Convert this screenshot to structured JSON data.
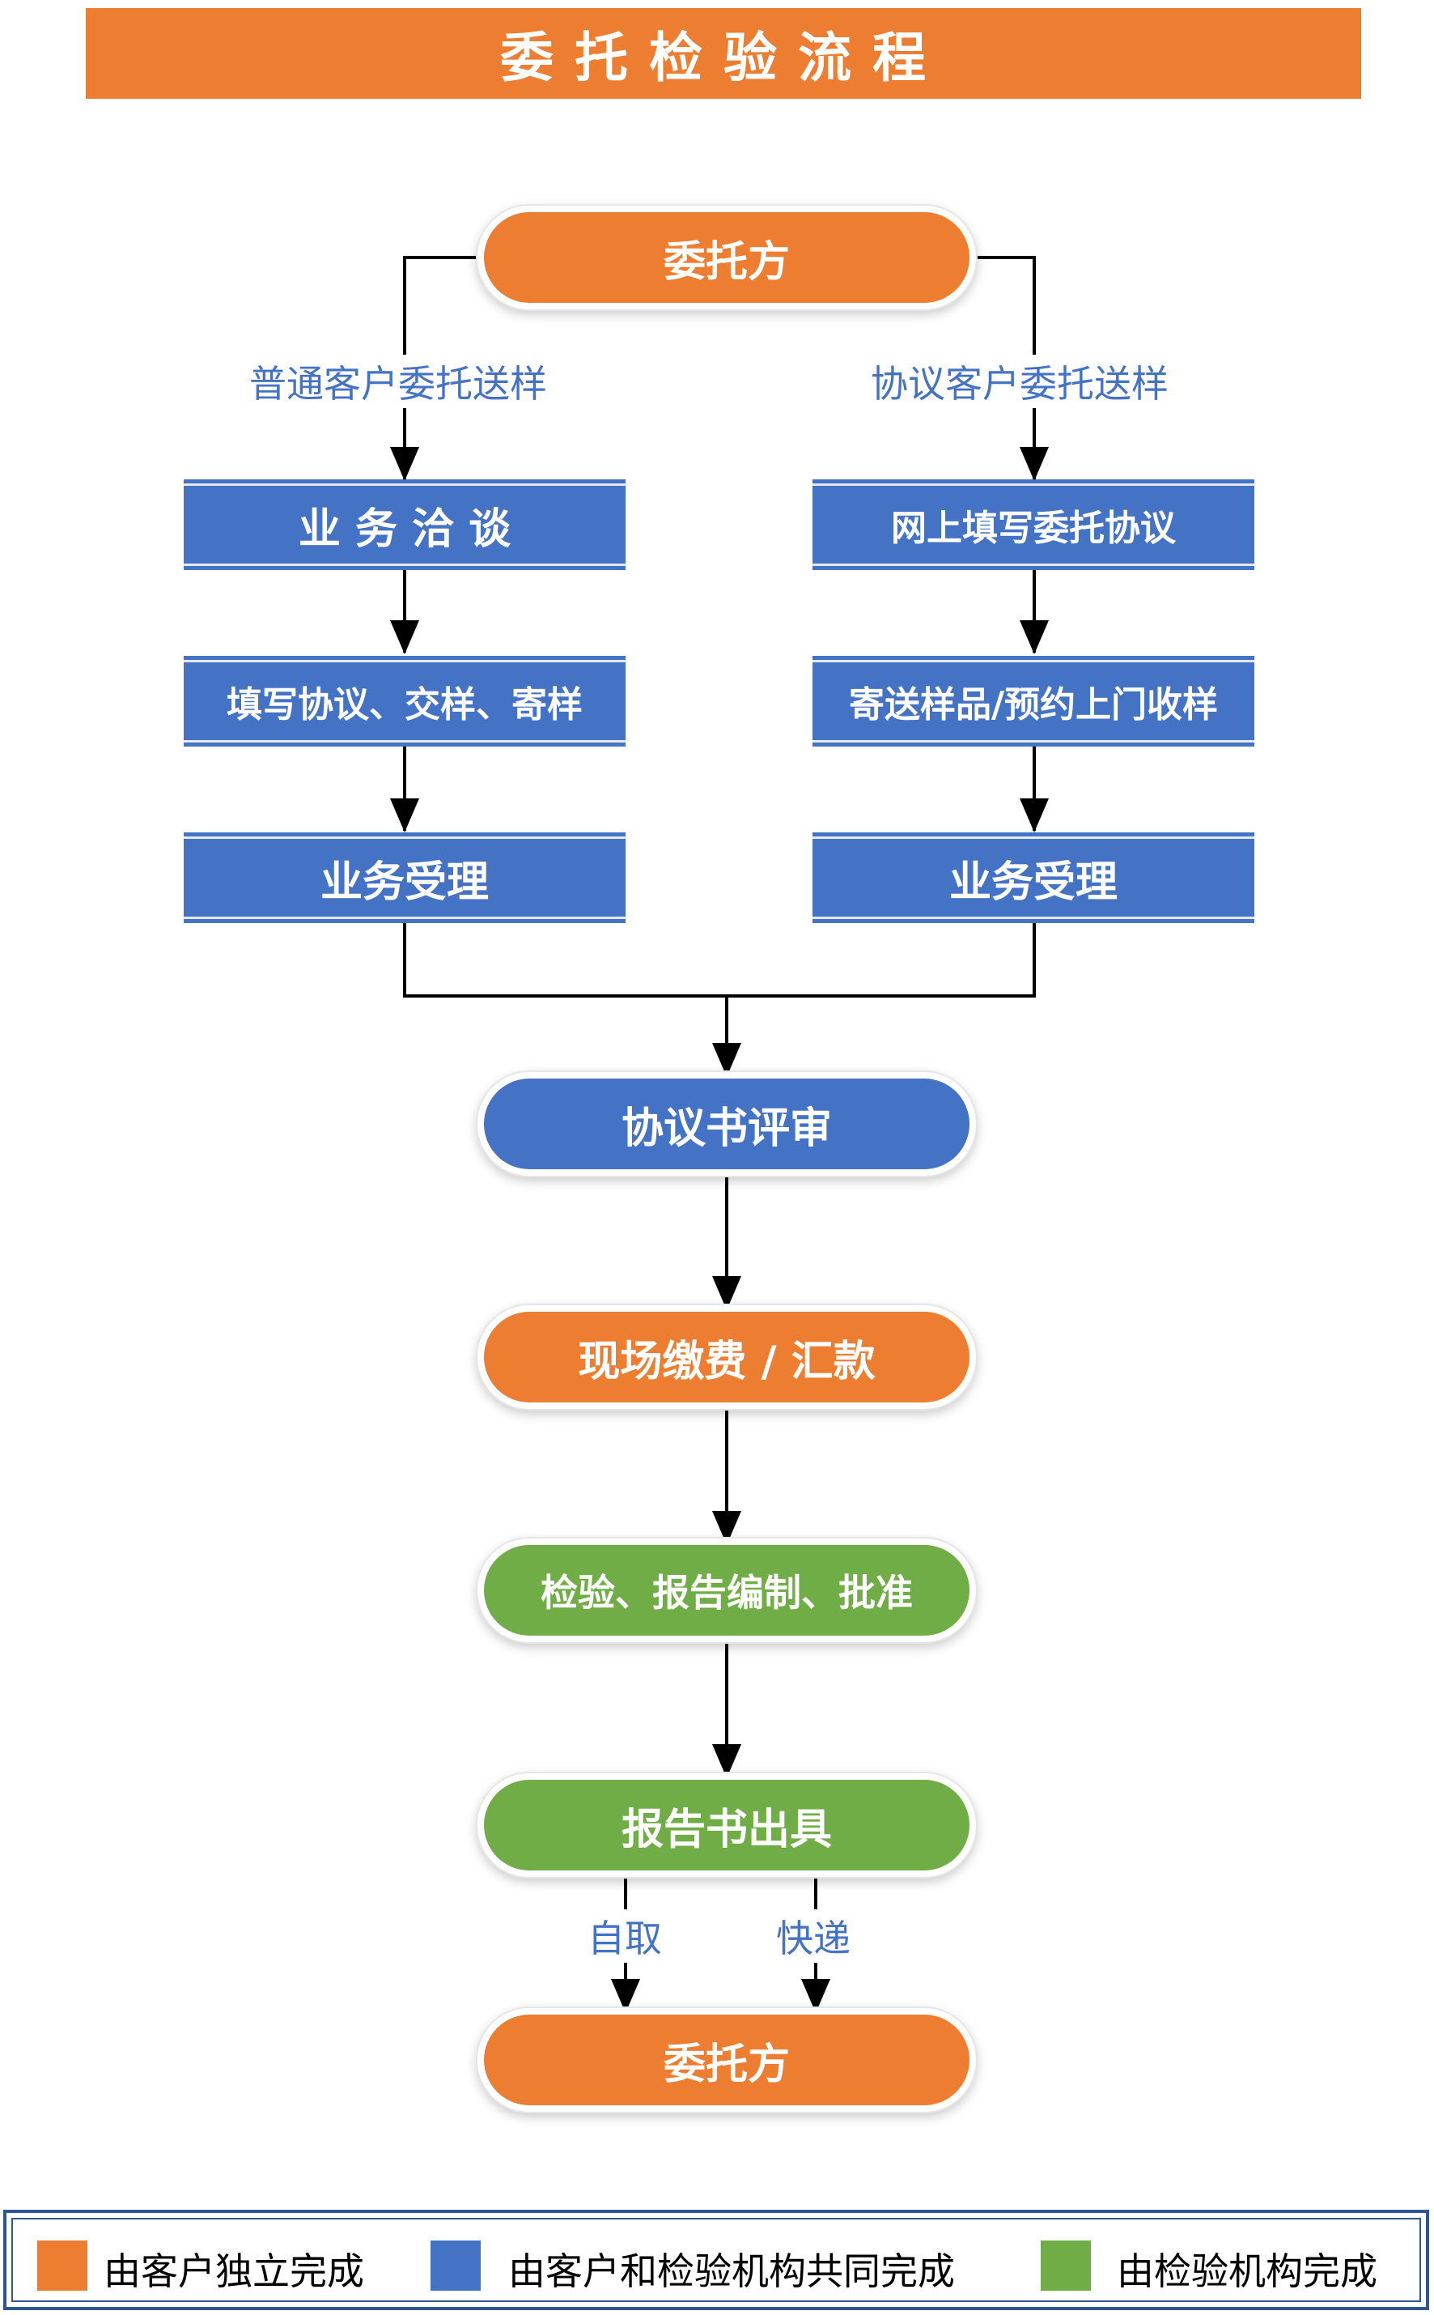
{
  "title": "委托检验流程",
  "colors": {
    "customer": "#ED7D31",
    "joint": "#4472C4",
    "lab": "#70AD47",
    "label_text": "#4472C4"
  },
  "nodes": {
    "start": "委托方",
    "branch_left_label": "普通客户委托送样",
    "branch_right_label": "协议客户委托送样",
    "left": [
      "业 务 洽 谈",
      "填写协议、交样、寄样",
      "业务受理"
    ],
    "right": [
      "网上填写委托协议",
      "寄送样品/预约上门收样",
      "业务受理"
    ],
    "review": "协议书评审",
    "payment": "现场缴费 / 汇款",
    "inspection": "检验、报告编制、批准",
    "report": "报告书出具",
    "pickup_label": "自取",
    "express_label": "快递",
    "end": "委托方"
  },
  "legend": [
    {
      "label": "由客户独立完成",
      "color": "#ED7D31"
    },
    {
      "label": "由客户和检验机构共同完成",
      "color": "#4472C4"
    },
    {
      "label": "由检验机构完成",
      "color": "#70AD47"
    }
  ]
}
